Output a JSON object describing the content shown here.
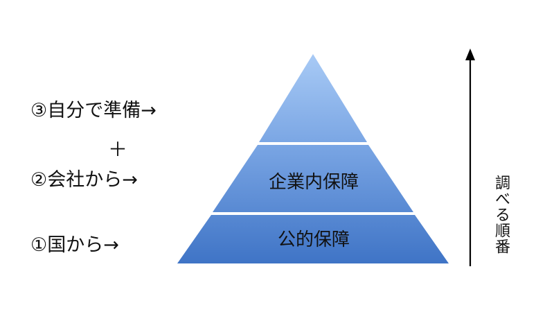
{
  "left_labels": {
    "level3": "③自分で準備→",
    "plus": "＋",
    "level2": "②会社から→",
    "level1": "①国から→"
  },
  "pyramid": {
    "middle_tier": "企業内保障",
    "bottom_tier": "公的保障",
    "colors": {
      "top_light": "#9cc0f0",
      "base_dark": "#4a7fcf",
      "divider": "#ffffff"
    }
  },
  "order_arrow": {
    "label": "調べる順番"
  }
}
